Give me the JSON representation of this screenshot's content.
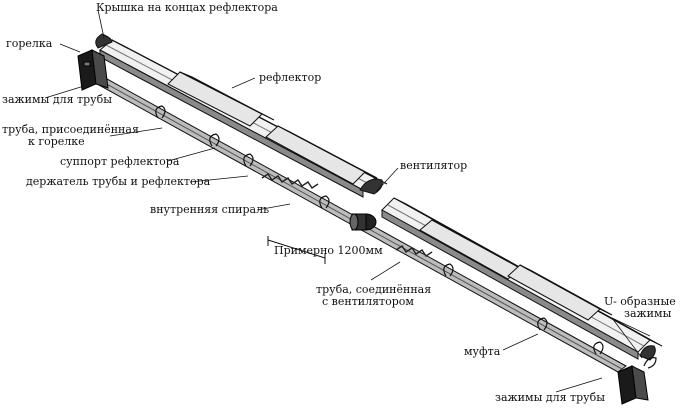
{
  "labels": {
    "caps": "Крышка на концах рефлектора",
    "burner": "горелка",
    "reflector": "рефлектор",
    "clamps_top": "зажимы для трубы",
    "tube_burner_1": "труба, присоединённая",
    "tube_burner_2": "к горелке",
    "support": "суппорт рефлектора",
    "holder": "держатель трубы и рефлектора",
    "spiral": "внутренняя спираль",
    "fan": "вентилятор",
    "distance": "Примерно 1200мм",
    "tube_fan_1": "труба, соединённая",
    "tube_fan_2": "с вентилятором",
    "u_clamps_1": "U- образные",
    "u_clamps_2": "зажимы",
    "coupling": "муфта",
    "clamps_bottom": "зажимы для трубы"
  }
}
